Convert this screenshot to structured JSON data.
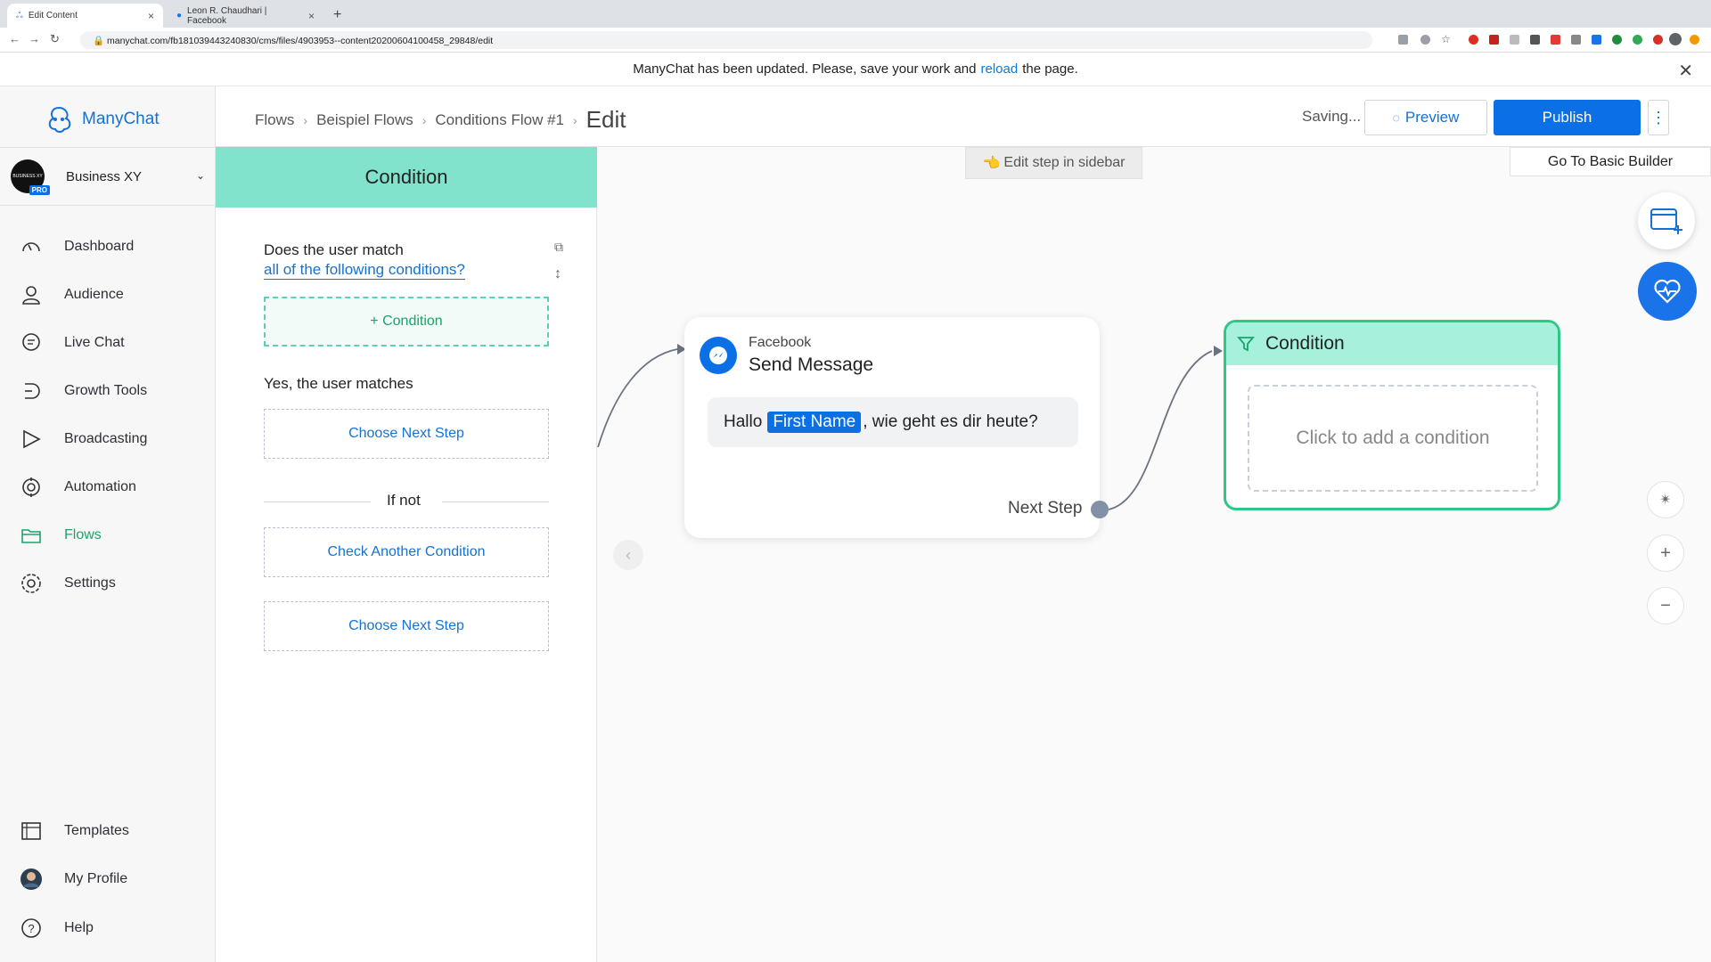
{
  "browser": {
    "tabs": [
      {
        "title": "Edit Content",
        "active": true
      },
      {
        "title": "Leon R. Chaudhari | Facebook",
        "active": false
      }
    ],
    "url": "manychat.com/fb181039443240830/cms/files/4903953--content20200604100458_29848/edit"
  },
  "banner": {
    "text_before": "ManyChat has been updated. Please, save your work and",
    "link": "reload",
    "text_after": "the page."
  },
  "sidebar": {
    "logo": "ManyChat",
    "account": {
      "name": "Business XY",
      "badge": "PRO",
      "avatar_text": "BUSINESS XY"
    },
    "items": [
      {
        "label": "Dashboard",
        "icon": "gauge-icon"
      },
      {
        "label": "Audience",
        "icon": "person-icon"
      },
      {
        "label": "Live Chat",
        "icon": "chat-bubble-icon"
      },
      {
        "label": "Growth Tools",
        "icon": "growth-tools-icon"
      },
      {
        "label": "Broadcasting",
        "icon": "send-icon"
      },
      {
        "label": "Automation",
        "icon": "automation-gear-icon"
      },
      {
        "label": "Flows",
        "icon": "folder-icon",
        "active": true
      },
      {
        "label": "Settings",
        "icon": "gear-icon"
      }
    ],
    "bottom_items": [
      {
        "label": "Templates",
        "icon": "templates-icon"
      },
      {
        "label": "My Profile",
        "icon": "avatar"
      },
      {
        "label": "Help",
        "icon": "help-icon"
      }
    ]
  },
  "header": {
    "breadcrumb": [
      "Flows",
      "Beispiel Flows",
      "Conditions Flow #1"
    ],
    "current": "Edit",
    "status": "Saving...",
    "preview_label": "Preview",
    "publish_label": "Publish",
    "more_label": "⋮"
  },
  "panel": {
    "title": "Condition",
    "question_line1": "Does the user match",
    "question_line2": "all of the following conditions?",
    "add_condition": "+ Condition",
    "yes_label": "Yes, the user matches",
    "choose_next_step": "Choose Next Step",
    "if_not": "If not",
    "check_another": "Check Another Condition",
    "choose_next_step_2": "Choose Next Step"
  },
  "canvas": {
    "hint": "Edit step in sidebar",
    "hint_emoji": "👈",
    "basic_builder": "Go To Basic Builder",
    "message_card": {
      "platform": "Facebook",
      "title": "Send Message",
      "text_before": "Hallo",
      "variable": "First Name",
      "text_after": ", wie geht es dir heute?",
      "next_step": "Next Step"
    },
    "condition_card": {
      "title": "Condition",
      "placeholder": "Click to add a condition"
    },
    "zoom": {
      "plus": "+",
      "minus": "−"
    }
  },
  "colors": {
    "accent_blue": "#0b6fe5",
    "panel_header": "#82e3cd",
    "condition_border": "#2fc686",
    "active_nav": "#1aa36d"
  }
}
